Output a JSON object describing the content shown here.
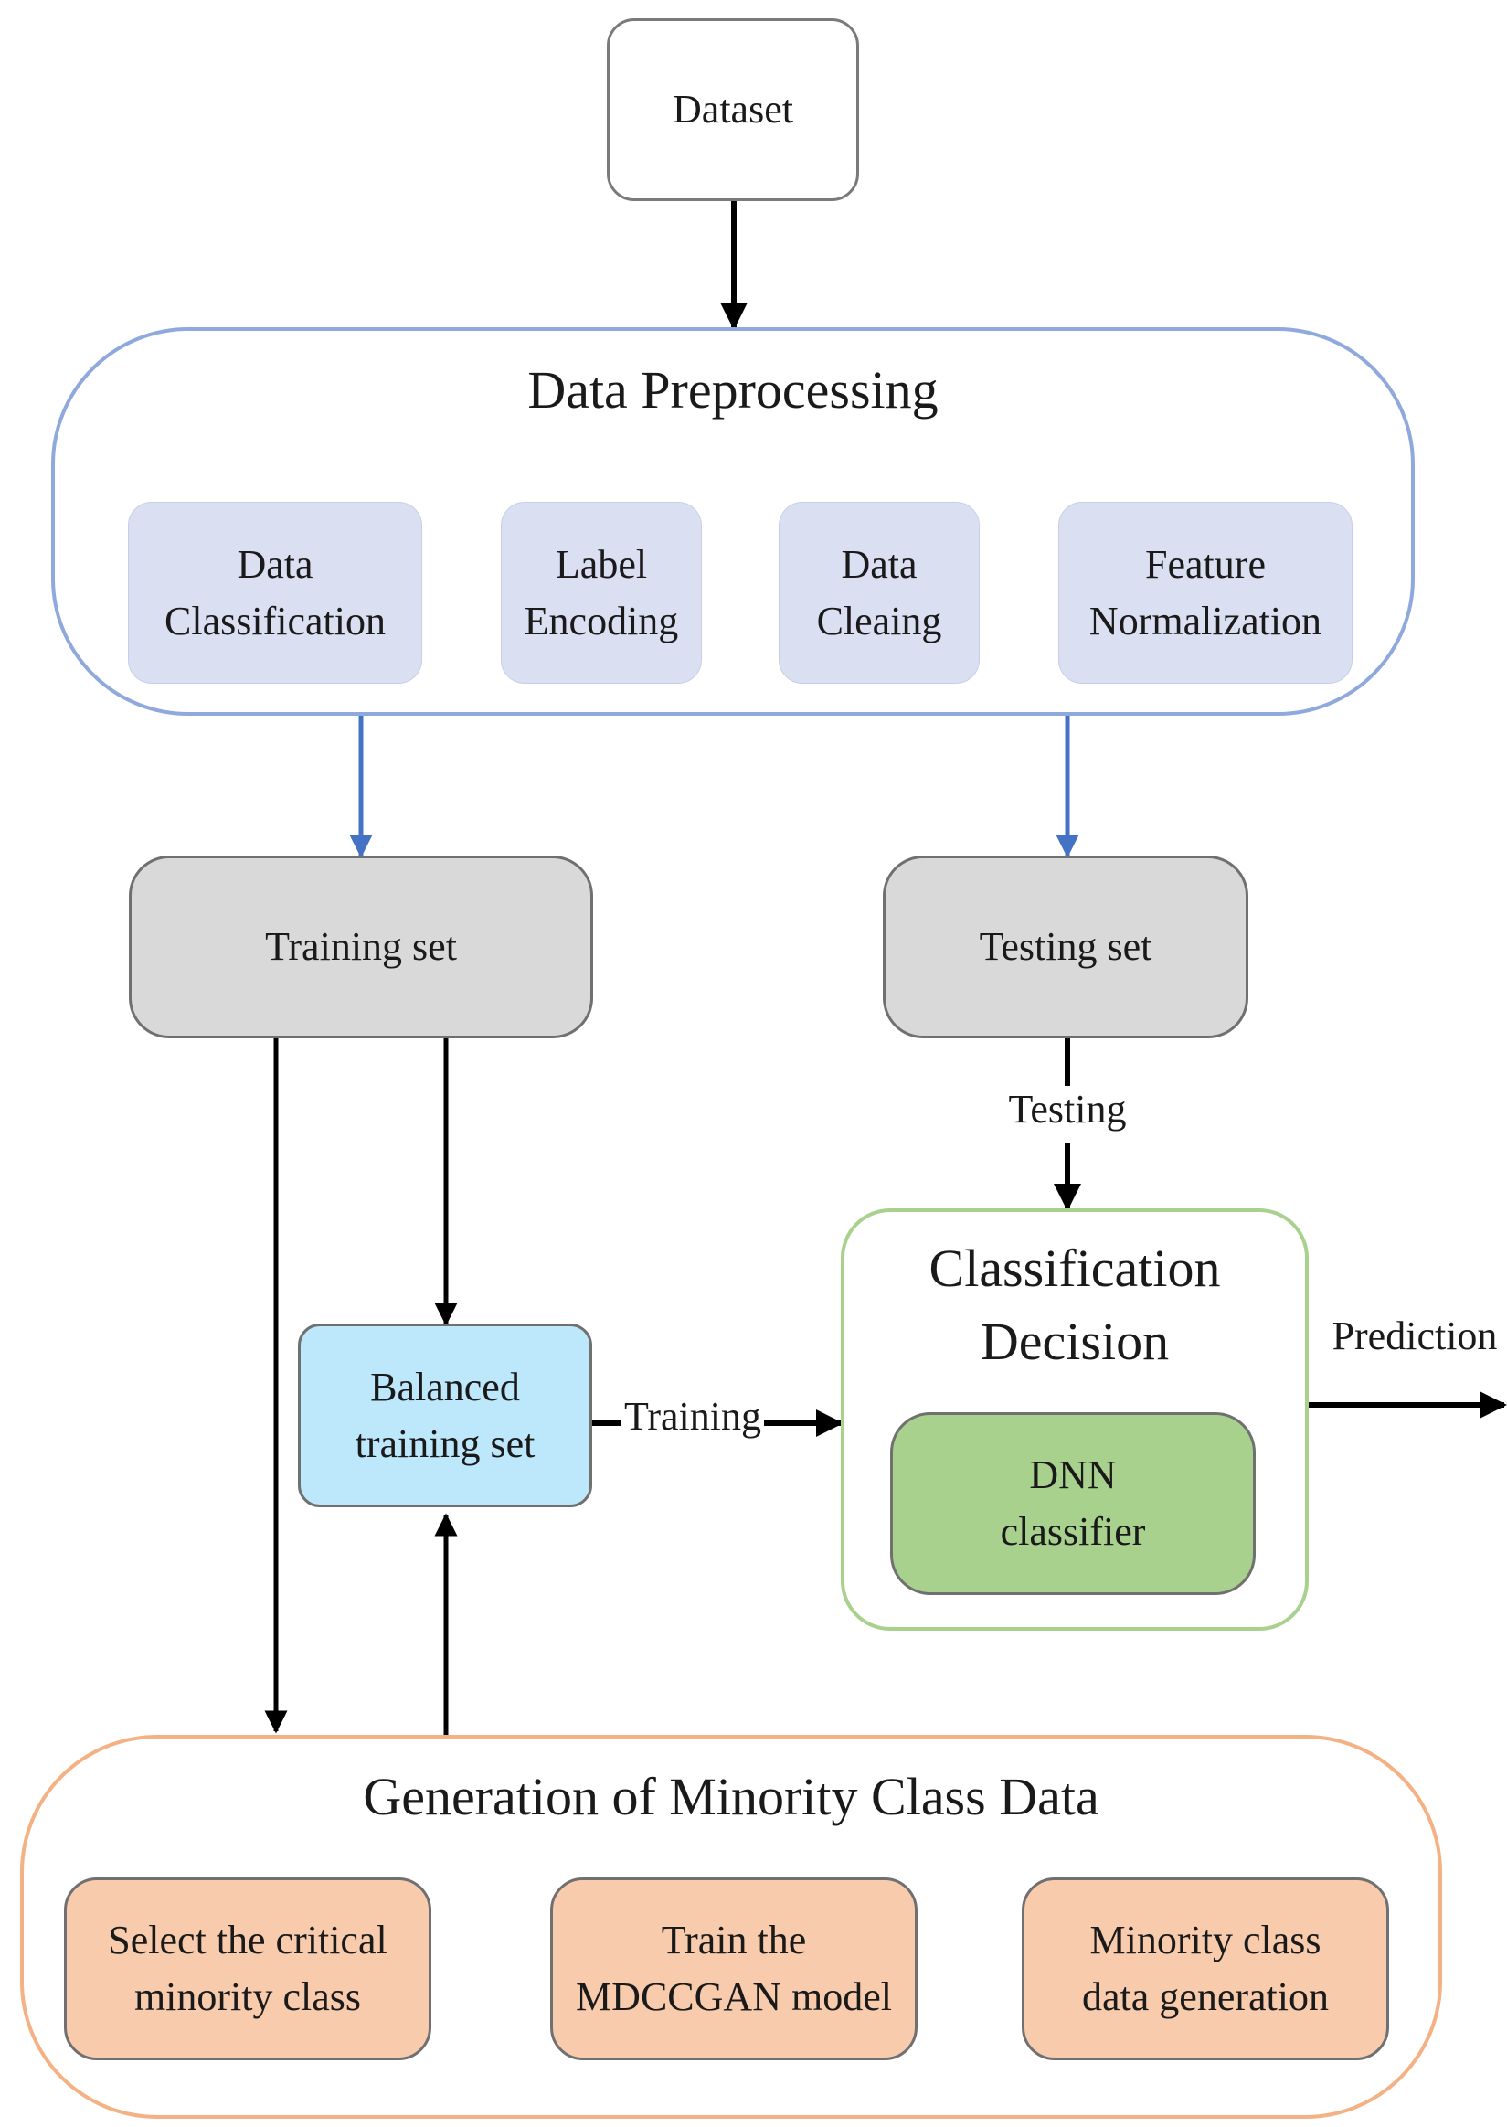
{
  "dataset": "Dataset",
  "preprocessing": {
    "title": "Data Preprocessing",
    "steps": [
      {
        "line1": "Data",
        "line2": "Classification"
      },
      {
        "line1": "Label",
        "line2": "Encoding"
      },
      {
        "line1": "Data",
        "line2": "Cleaing"
      },
      {
        "line1": "Feature",
        "line2": "Normalization"
      }
    ]
  },
  "training_set": "Training set",
  "testing_set": "Testing set",
  "balanced": {
    "line1": "Balanced",
    "line2": "training set"
  },
  "classification": {
    "line1": "Classification",
    "line2": "Decision",
    "classifier": {
      "line1": "DNN",
      "line2": "classifier"
    }
  },
  "edge_labels": {
    "testing": "Testing",
    "training": "Training",
    "prediction": "Prediction"
  },
  "generation": {
    "title": "Generation of Minority Class Data",
    "steps": [
      {
        "line1": "Select the critical",
        "line2": "minority class"
      },
      {
        "line1": "Train the",
        "line2": "MDCCGAN model"
      },
      {
        "line1": "Minority class",
        "line2": "data generation"
      }
    ]
  },
  "colors": {
    "blue_arrow": "#4472c4",
    "orange_arrow": "#c55a11",
    "preprocessing_border": "#8fa9dc",
    "preprocessing_step_fill": "#dae0f2",
    "gray_fill": "#d9d9d9",
    "balanced_fill": "#bde8fb",
    "classification_border": "#a9d18e",
    "dnn_fill": "#a9d18e",
    "generation_border": "#f4b183",
    "generation_step_fill": "#f8cbad"
  }
}
